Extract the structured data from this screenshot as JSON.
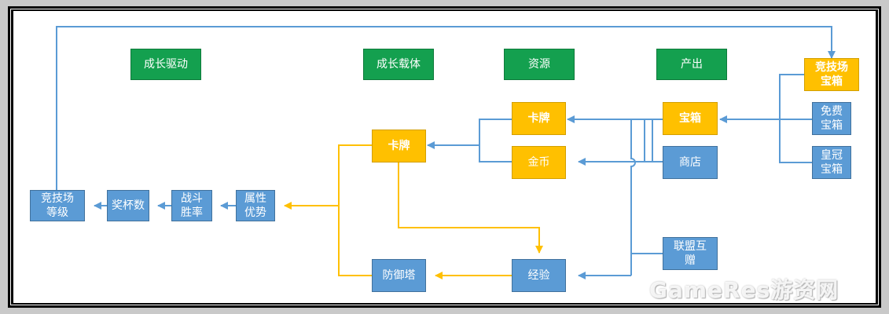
{
  "headers": {
    "growth_driver": "成长驱动",
    "growth_carrier": "成长载体",
    "resources": "资源",
    "output": "产出"
  },
  "nodes": {
    "arena_level": "竞技场\n等级",
    "trophies": "奖杯数",
    "win_rate": "战斗\n胜率",
    "attribute_advantage": "属性\n优势",
    "carrier_cards": "卡牌",
    "defense_tower": "防御塔",
    "resource_cards": "卡牌",
    "gold": "金币",
    "experience": "经验",
    "chest": "宝箱",
    "shop": "商店",
    "alliance_mutual_gift": "联盟互\n赠",
    "arena_chest": "竞技场\n宝箱",
    "free_chest": "免费\n宝箱",
    "crown_chest": "皇冠\n宝箱"
  },
  "watermark": "GameRes游资网",
  "colors": {
    "header_green": "#14a04f",
    "node_blue": "#5b9bd5",
    "node_gold": "#ffc000",
    "line_blue": "#5b9bd5",
    "line_gold": "#ffc000"
  }
}
